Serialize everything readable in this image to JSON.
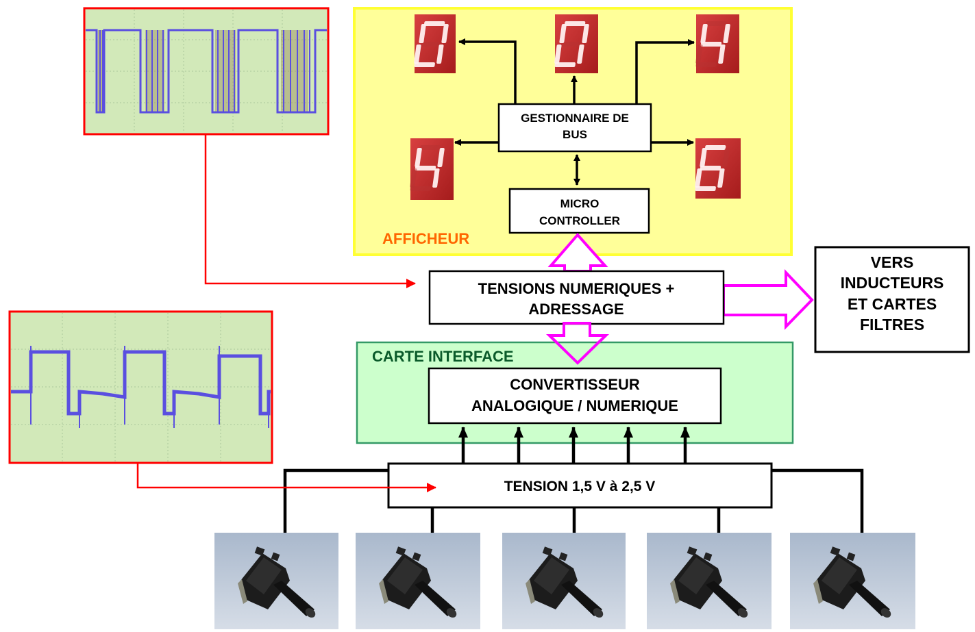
{
  "colors": {
    "afficheur_panel": "#ffff99",
    "afficheur_border": "#ffff33",
    "afficheur_label": "#ff6600",
    "interface_panel": "#ccffcc",
    "interface_border": "#339966",
    "bus_arrow": "#ff00ff",
    "signal_wire": "#ff0000",
    "scope_trace": "#5a4fe0",
    "scope_screen": "#d2e9b9",
    "segment_on": "#fff0f0",
    "segment_bg": "#c62828",
    "photo_sky": "#b9c6d8"
  },
  "afficheur": {
    "label": "AFFICHEUR",
    "bus_manager": [
      "GESTIONNAIRE DE",
      "BUS"
    ],
    "micro": [
      "MICRO",
      "CONTROLLER"
    ],
    "digits": [
      "0",
      "0",
      "4",
      "4",
      "6"
    ]
  },
  "tensions": [
    "TENSIONS NUMERIQUES +",
    "ADRESSAGE"
  ],
  "vers": [
    "VERS",
    "INDUCTEURS",
    "ET CARTES",
    "FILTRES"
  ],
  "interface": {
    "label": "CARTE INTERFACE",
    "converter": [
      "CONVERTISSEUR",
      "ANALOGIQUE / NUMERIQUE"
    ]
  },
  "tension_input": "TENSION 1,5 V à 2,5 V",
  "icons": {
    "scope_top": "oscilloscope-digital-trace-icon",
    "scope_bottom": "oscilloscope-square-wave-icon",
    "potentiometer": "potentiometer-icon",
    "digit": "seven-segment-digit-icon"
  },
  "potentiometer_count": 5
}
